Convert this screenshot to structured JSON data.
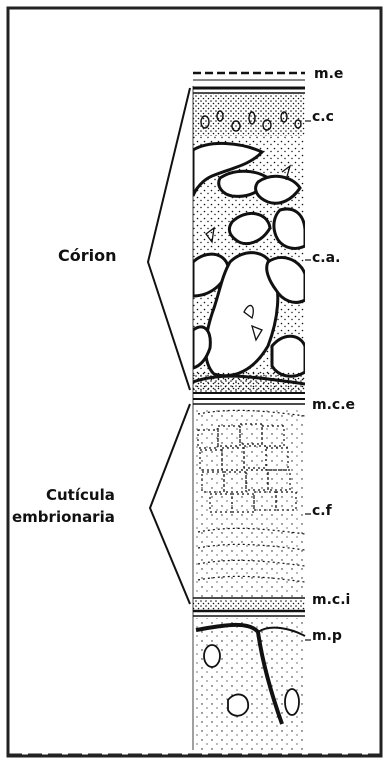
{
  "labels": {
    "corion": "Córion",
    "cuticula_line1": "Cutícula",
    "cuticula_line2": "embrionaria",
    "me": "m.e",
    "cc": "c.c",
    "ca": "c.a.",
    "mce": "m.c.e",
    "cf": "c.f",
    "mci": "m.c.i",
    "mp": "m.p"
  },
  "colors": {
    "ink": "#111111",
    "paper": "#ffffff",
    "border": "#222222"
  }
}
